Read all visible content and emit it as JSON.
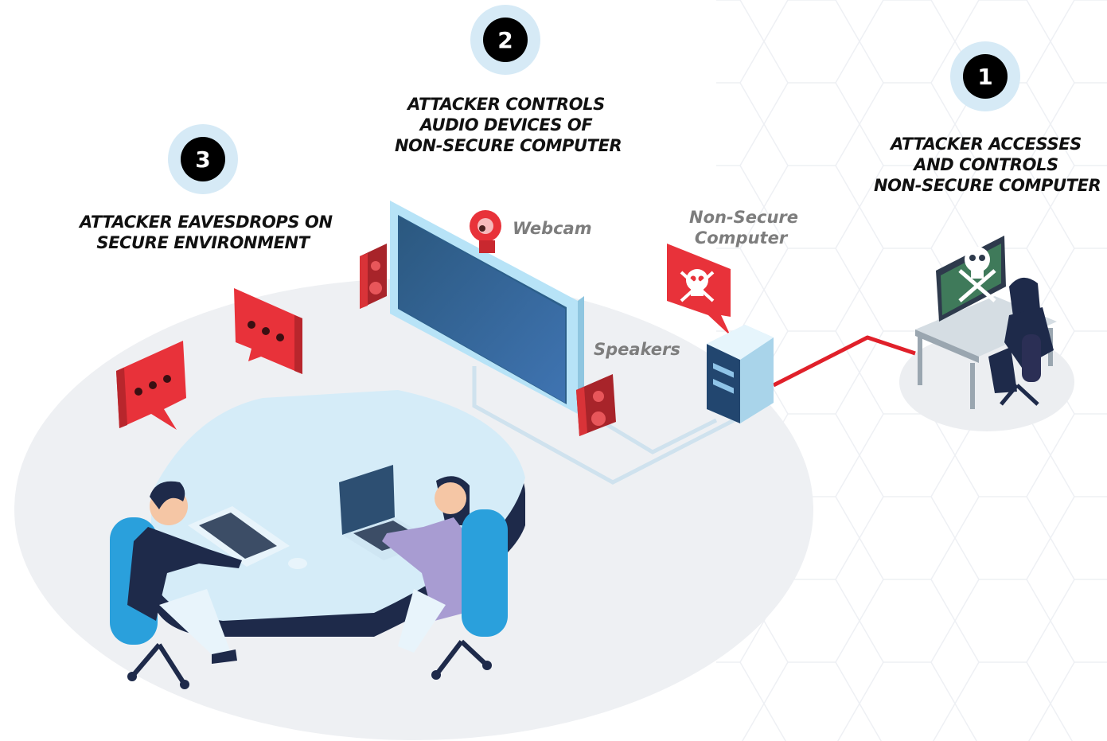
{
  "steps": [
    {
      "number": "1",
      "lines": [
        "ATTACKER ACCESSES",
        "AND CONTROLS",
        "NON-SECURE COMPUTER"
      ]
    },
    {
      "number": "2",
      "lines": [
        "ATTACKER CONTROLS",
        "AUDIO DEVICES OF",
        "NON-SECURE COMPUTER"
      ]
    },
    {
      "number": "3",
      "lines": [
        "ATTACKER EAVESDROPS ON",
        "SECURE ENVIRONMENT"
      ]
    }
  ],
  "device_labels": {
    "webcam": "Webcam",
    "speakers": "Speakers",
    "non_secure_computer": [
      "Non-Secure",
      "Computer"
    ]
  },
  "colors": {
    "badge_ring": "#d6eaf6",
    "badge_fill": "#000000",
    "alert_red": "#e8323a",
    "cable_red": "#e0202a",
    "desk_blue": "#d5ecf8",
    "desk_navy": "#1e2a4a",
    "chair_blue": "#2aa0dc",
    "floor_gray": "#eef0f3"
  },
  "icons": [
    "skull-crossbones-icon",
    "speech-bubble-dots-icon",
    "webcam-icon",
    "speaker-icon",
    "tower-pc-icon"
  ]
}
